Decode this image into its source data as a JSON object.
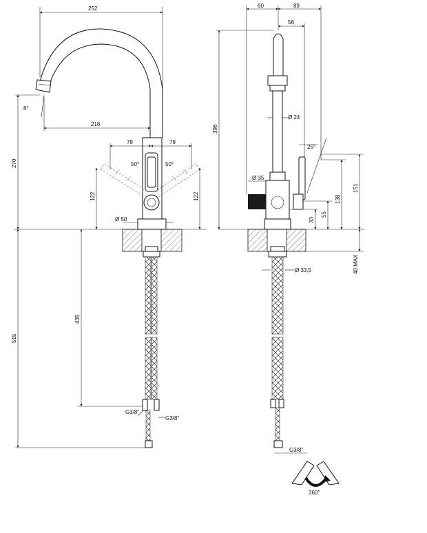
{
  "front_view": {
    "width_total": "252",
    "spout_reach": "216",
    "left_handle_offset": "78",
    "right_handle_offset": "78",
    "spout_angle": "8°",
    "handle_angle_left": "50°",
    "handle_angle_right": "50°",
    "height_spout": "270",
    "handle_height_left": "122",
    "handle_height_right": "122",
    "base_diameter": "Ø 50",
    "hose_length": "435",
    "total_below": "515",
    "thread_left": "G3/8\"",
    "thread_right": "G3/8\""
  },
  "side_view": {
    "depth_back": "60",
    "depth_front": "89",
    "spout_depth": "56",
    "total_height": "398",
    "spout_diameter": "Ø 24",
    "lever_angle": "25°",
    "body_diameter": "Ø 35",
    "height_151": "151",
    "height_138": "138",
    "height_55": "55",
    "height_33": "33",
    "deck_thickness": "40 MAX",
    "shank_diameter": "Ø 33,5",
    "thread": "G3/8\""
  },
  "rotation": {
    "label": "360°",
    "icon": "rotation-arrow-icon"
  }
}
